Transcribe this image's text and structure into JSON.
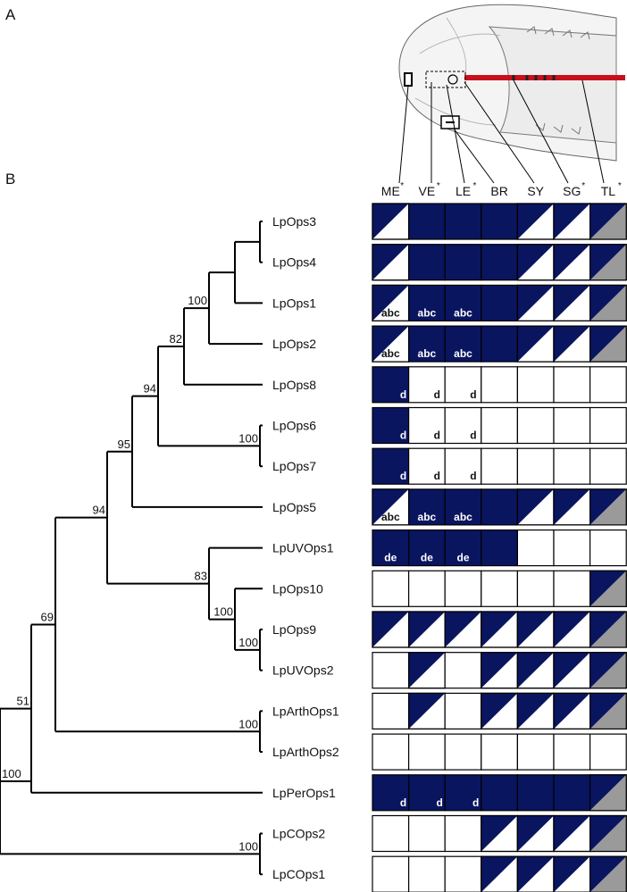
{
  "panels": {
    "a": "A",
    "b": "B"
  },
  "colors": {
    "navy": "#0a1560",
    "grey": "#9a9a9a",
    "red": "#c8101c",
    "line": "#000000",
    "white": "#ffffff"
  },
  "columns": [
    {
      "label": "ME",
      "star": "*"
    },
    {
      "label": "VE",
      "star": "*"
    },
    {
      "label": "LE",
      "star": "*"
    },
    {
      "label": "BR",
      "star": ""
    },
    {
      "label": "SY",
      "star": ""
    },
    {
      "label": "SG",
      "star": "*"
    },
    {
      "label": "TL",
      "star": "*"
    }
  ],
  "legend_note": "cell fill codes: F = fully expressed (navy), E = empty, U = upper-left triangle navy, G = last-column triangle (navy upper-left, grey lower-right)",
  "rows": [
    {
      "name": "LpOps3",
      "cells": [
        "U",
        "F",
        "F",
        "F",
        "U",
        "U",
        "G"
      ],
      "marks": [
        "",
        "",
        "",
        "",
        "",
        "",
        ""
      ]
    },
    {
      "name": "LpOps4",
      "cells": [
        "U",
        "F",
        "F",
        "F",
        "U",
        "U",
        "G"
      ],
      "marks": [
        "",
        "",
        "",
        "",
        "",
        "",
        ""
      ]
    },
    {
      "name": "LpOps1",
      "cells": [
        "U",
        "F",
        "F",
        "F",
        "U",
        "U",
        "G"
      ],
      "marks": [
        "a b c",
        "a b c",
        "a b c",
        "",
        "",
        "",
        ""
      ]
    },
    {
      "name": "LpOps2",
      "cells": [
        "U",
        "F",
        "F",
        "F",
        "U",
        "U",
        "G"
      ],
      "marks": [
        "a b c",
        "a b c",
        "a b c",
        "",
        "",
        "",
        ""
      ]
    },
    {
      "name": "LpOps8",
      "cells": [
        "F",
        "E",
        "E",
        "E",
        "E",
        "E",
        "E"
      ],
      "marks": [
        "d",
        "d",
        "d",
        "",
        "",
        "",
        ""
      ]
    },
    {
      "name": "LpOps6",
      "cells": [
        "F",
        "E",
        "E",
        "E",
        "E",
        "E",
        "E"
      ],
      "marks": [
        "d",
        "d",
        "d",
        "",
        "",
        "",
        ""
      ]
    },
    {
      "name": "LpOps7",
      "cells": [
        "F",
        "E",
        "E",
        "E",
        "E",
        "E",
        "E"
      ],
      "marks": [
        "d",
        "d",
        "d",
        "",
        "",
        "",
        ""
      ]
    },
    {
      "name": "LpOps5",
      "cells": [
        "U",
        "F",
        "F",
        "F",
        "U",
        "U",
        "G"
      ],
      "marks": [
        "a b c",
        "a b c",
        "a b c",
        "",
        "",
        "",
        ""
      ]
    },
    {
      "name": "LpUVOps1",
      "cells": [
        "F",
        "F",
        "F",
        "F",
        "E",
        "E",
        "E"
      ],
      "marks": [
        "d e",
        "d e",
        "d e",
        "",
        "",
        "",
        ""
      ]
    },
    {
      "name": "LpOps10",
      "cells": [
        "E",
        "E",
        "E",
        "E",
        "E",
        "E",
        "G"
      ],
      "marks": [
        "",
        "",
        "",
        "",
        "",
        "",
        ""
      ]
    },
    {
      "name": "LpOps9",
      "cells": [
        "U",
        "U",
        "U",
        "U",
        "U",
        "U",
        "G"
      ],
      "marks": [
        "",
        "",
        "",
        "",
        "",
        "",
        ""
      ]
    },
    {
      "name": "LpUVOps2",
      "cells": [
        "E",
        "U",
        "E",
        "U",
        "U",
        "U",
        "G"
      ],
      "marks": [
        "",
        "",
        "",
        "",
        "",
        "",
        ""
      ]
    },
    {
      "name": "LpArthOps1",
      "cells": [
        "E",
        "U",
        "E",
        "U",
        "U",
        "U",
        "G"
      ],
      "marks": [
        "",
        "",
        "",
        "",
        "",
        "",
        ""
      ]
    },
    {
      "name": "LpArthOps2",
      "cells": [
        "E",
        "E",
        "E",
        "E",
        "E",
        "E",
        "E"
      ],
      "marks": [
        "",
        "",
        "",
        "",
        "",
        "",
        ""
      ]
    },
    {
      "name": "LpPerOps1",
      "cells": [
        "F",
        "F",
        "F",
        "F",
        "F",
        "F",
        "G"
      ],
      "marks": [
        "d",
        "d",
        "d",
        "",
        "",
        "",
        ""
      ]
    },
    {
      "name": "LpCOps2",
      "cells": [
        "E",
        "E",
        "E",
        "U",
        "U",
        "U",
        "G"
      ],
      "marks": [
        "",
        "",
        "",
        "",
        "",
        "",
        ""
      ]
    },
    {
      "name": "LpCOps1",
      "cells": [
        "E",
        "E",
        "E",
        "U",
        "U",
        "U",
        "G"
      ],
      "marks": [
        "",
        "",
        "",
        "",
        "",
        "",
        ""
      ]
    }
  ],
  "tree": {
    "nodes": [
      {
        "id": "n_ops3_4",
        "children": [
          "LpOps3",
          "LpOps4"
        ],
        "support": ""
      },
      {
        "id": "n_3412",
        "children": [
          "n_ops3_4_1",
          "LpOps2"
        ],
        "support": "100"
      },
      {
        "id": "n_ops3_4_1",
        "children": [
          "n_ops3_4",
          "LpOps1"
        ],
        "support": ""
      },
      {
        "id": "n_82",
        "children": [
          "n_3412",
          "LpOps8"
        ],
        "support": "82"
      },
      {
        "id": "n_67",
        "children": [
          "LpOps6",
          "LpOps7"
        ],
        "support": "100"
      },
      {
        "id": "n_94a",
        "children": [
          "n_82",
          "n_67"
        ],
        "support": "94"
      },
      {
        "id": "n_95",
        "children": [
          "n_94a",
          "LpOps5"
        ],
        "support": "95"
      },
      {
        "id": "n_uv2_9",
        "children": [
          "LpOps9",
          "LpUVOps2"
        ],
        "support": "100"
      },
      {
        "id": "n_10",
        "children": [
          "LpOps10",
          "n_uv2_9"
        ],
        "support": "100"
      },
      {
        "id": "n_83",
        "children": [
          "LpUVOps1",
          "n_10"
        ],
        "support": "83"
      },
      {
        "id": "n_94b",
        "children": [
          "n_95",
          "n_83"
        ],
        "support": "94"
      },
      {
        "id": "n_arth",
        "children": [
          "LpArthOps1",
          "LpArthOps2"
        ],
        "support": "100"
      },
      {
        "id": "n_69",
        "children": [
          "n_94b",
          "n_arth"
        ],
        "support": "69"
      },
      {
        "id": "n_51",
        "children": [
          "n_69",
          "LpPerOps1"
        ],
        "support": "51"
      },
      {
        "id": "n_c",
        "children": [
          "LpCOps2",
          "LpCOps1"
        ],
        "support": "100"
      },
      {
        "id": "root",
        "children": [
          "n_51",
          "n_c"
        ],
        "support": "100"
      }
    ]
  },
  "illustration": {
    "name": "horseshoe crab dorsal view with eye locations"
  }
}
